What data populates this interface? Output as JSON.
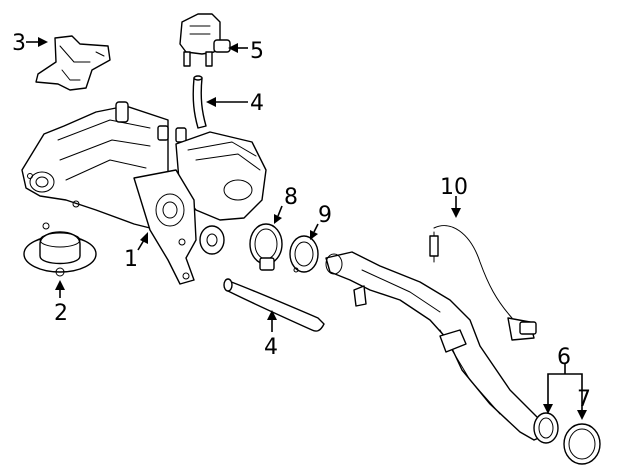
{
  "callouts": {
    "c1": "1",
    "c2": "2",
    "c3": "3",
    "c4a": "4",
    "c4b": "4",
    "c5": "5",
    "c6": "6",
    "c7": "7",
    "c8": "8",
    "c9": "9",
    "c10": "10"
  },
  "colors": {
    "line": "#000000",
    "background": "#ffffff"
  }
}
